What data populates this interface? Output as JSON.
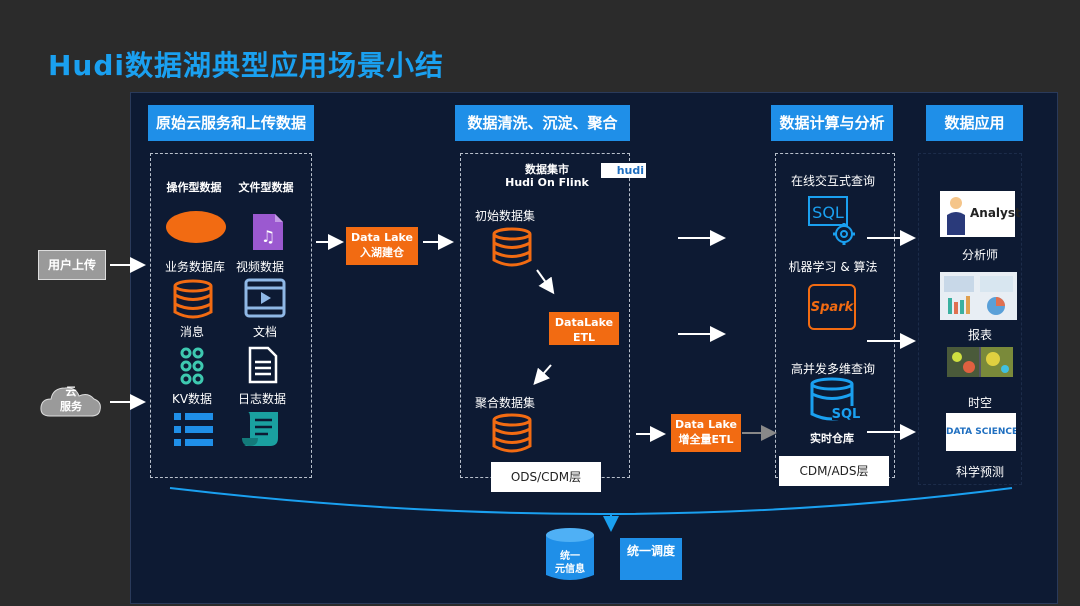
{
  "title": "Hudi数据湖典型应用场景小结",
  "headers": {
    "source": "原始云服务和上传数据",
    "clean": "数据清洗、沉淀、聚合",
    "compute": "数据计算与分析",
    "app": "数据应用"
  },
  "left": {
    "user_upload": "用户上传",
    "cloud_line1": "云",
    "cloud_line2": "服务",
    "col1_title": "操作型数据",
    "col2_title": "文件型数据",
    "items": {
      "biz_db": "业务数据库",
      "video": "视频数据",
      "message": "消息",
      "document": "文档",
      "kv": "KV数据",
      "log": "日志数据"
    }
  },
  "ingest_btn": {
    "line1": "Data Lake",
    "line2": "入湖建仓"
  },
  "mid": {
    "mart_line1": "数据集市",
    "mart_line2": "Hudi  On Flink",
    "logo_text": "hudi",
    "initial": "初始数据集",
    "etl_line1": "DataLake",
    "etl_line2": "ETL",
    "agg": "聚合数据集",
    "layer": "ODS/CDM层"
  },
  "incr_btn": {
    "line1": "Data Lake",
    "line2": "增全量ETL"
  },
  "compute": {
    "olap": "在线交互式查询",
    "ml": "机器学习 & 算法",
    "spark_text": "Spark",
    "concurrent": "高并发多维查询",
    "realtime": "实时仓库",
    "sql_text": "SQL",
    "layer": "CDM/ADS层"
  },
  "apps": {
    "analyst": "分析师",
    "analyst_img_text": "Analyst",
    "report": "报表",
    "spacetime": "时空",
    "science": "科学预测",
    "science_img_text": "DATA SCIENCE"
  },
  "bottom": {
    "meta_line1": "统一",
    "meta_line2": "元信息",
    "schedule": "统一调度"
  },
  "colors": {
    "accent": "#1f8fe8",
    "orange": "#f26b12",
    "panel": "#0d1a33"
  }
}
